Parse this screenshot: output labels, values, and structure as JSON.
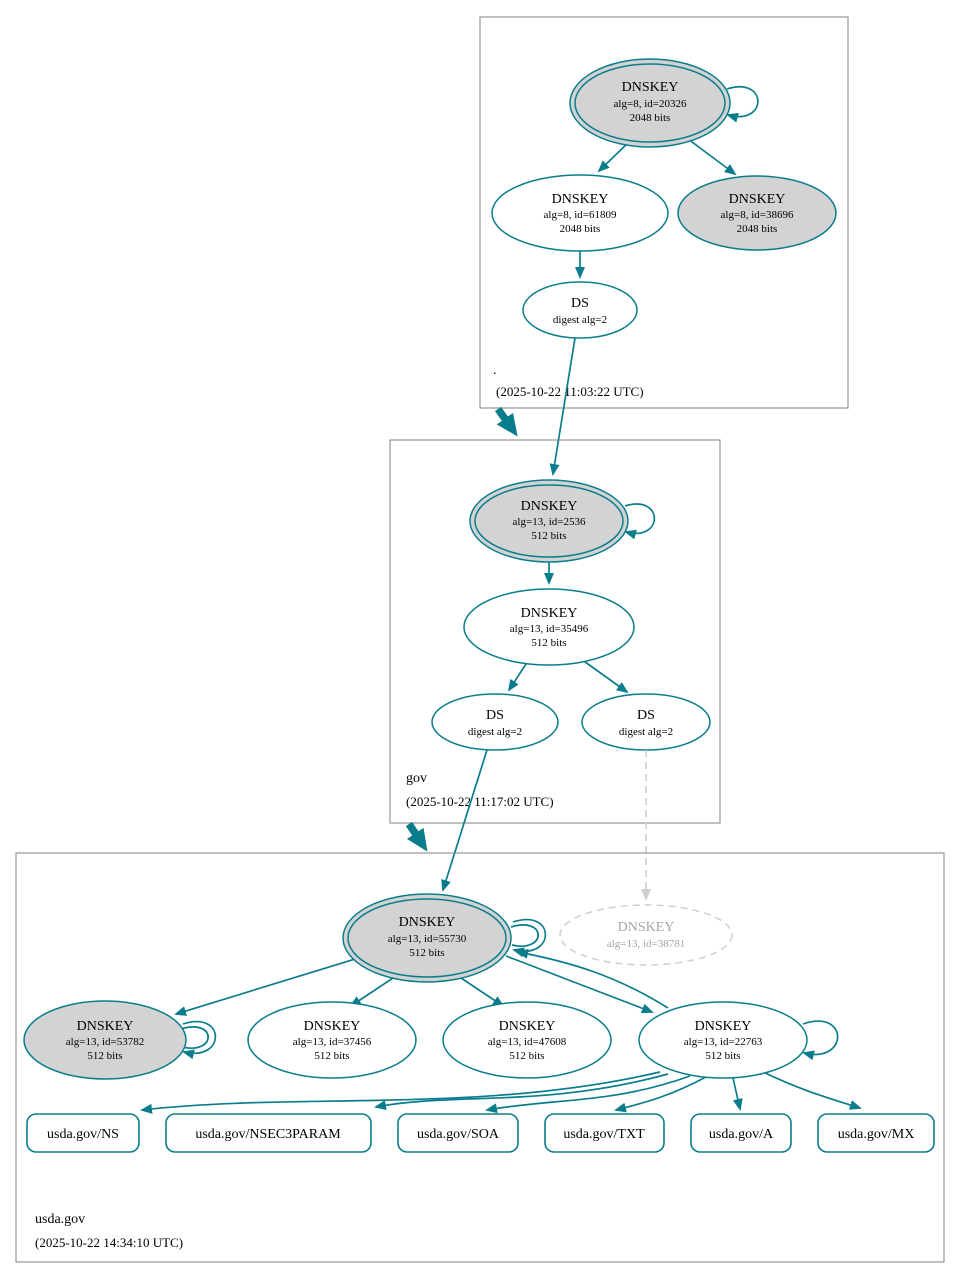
{
  "colors": {
    "edge": "#0a7d8c",
    "ksk_fill": "#d3d3d3",
    "node_fill": "#ffffff",
    "dashed_gray": "#cfcfcf",
    "zone_border": "#808080"
  },
  "zones": {
    "root": {
      "label": ".",
      "timestamp": "(2025-10-22 11:03:22 UTC)",
      "ksk": {
        "title": "DNSKEY",
        "detail": "alg=8, id=20326",
        "bits": "2048 bits"
      },
      "zsk": {
        "title": "DNSKEY",
        "detail": "alg=8, id=61809",
        "bits": "2048 bits"
      },
      "standby": {
        "title": "DNSKEY",
        "detail": "alg=8, id=38696",
        "bits": "2048 bits"
      },
      "ds": {
        "title": "DS",
        "detail": "digest alg=2"
      }
    },
    "gov": {
      "label": "gov",
      "timestamp": "(2025-10-22 11:17:02 UTC)",
      "ksk": {
        "title": "DNSKEY",
        "detail": "alg=13, id=2536",
        "bits": "512 bits"
      },
      "zsk": {
        "title": "DNSKEY",
        "detail": "alg=13, id=35496",
        "bits": "512 bits"
      },
      "ds1": {
        "title": "DS",
        "detail": "digest alg=2"
      },
      "ds2": {
        "title": "DS",
        "detail": "digest alg=2"
      }
    },
    "usda": {
      "label": "usda.gov",
      "timestamp": "(2025-10-22 14:34:10 UTC)",
      "ksk": {
        "title": "DNSKEY",
        "detail": "alg=13, id=55730",
        "bits": "512 bits"
      },
      "missing": {
        "title": "DNSKEY",
        "detail": "alg=13, id=38781"
      },
      "key1": {
        "title": "DNSKEY",
        "detail": "alg=13, id=53782",
        "bits": "512 bits"
      },
      "key2": {
        "title": "DNSKEY",
        "detail": "alg=13, id=37456",
        "bits": "512 bits"
      },
      "key3": {
        "title": "DNSKEY",
        "detail": "alg=13, id=47608",
        "bits": "512 bits"
      },
      "key4": {
        "title": "DNSKEY",
        "detail": "alg=13, id=22763",
        "bits": "512 bits"
      },
      "rrsets": [
        "usda.gov/NS",
        "usda.gov/NSEC3PARAM",
        "usda.gov/SOA",
        "usda.gov/TXT",
        "usda.gov/A",
        "usda.gov/MX"
      ]
    }
  }
}
